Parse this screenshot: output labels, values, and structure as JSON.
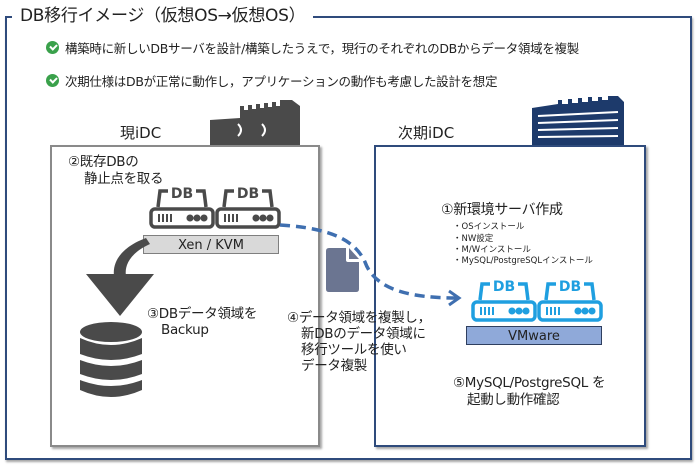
{
  "title": "DB移行イメージ（仮想OS→仮想OS）",
  "bullets": [
    {
      "icon": "check-circle-icon",
      "text": "構築時に新しいDBサーバを設計/構築したうえで，現行のそれぞれのDBからデータ領域を複製"
    },
    {
      "icon": "check-circle-icon",
      "text": "次期仕様はDBが正常に動作し，アプリケーションの動作も考慮した設計を想定"
    }
  ],
  "current_dc": {
    "label": "現iDC",
    "step2": [
      "②既存DBの",
      "静止点を取る"
    ],
    "db_label": "DB",
    "hypervisor": "Xen / KVM",
    "step3": [
      "③DBデータ領域を",
      "Backup"
    ]
  },
  "transfer": {
    "step4": [
      "④データ領域を複製し，",
      "新DBのデータ領域に",
      "移行ツールを使い",
      "データ複製"
    ]
  },
  "next_dc": {
    "label": "次期iDC",
    "step1": "①新環境サーバ作成",
    "step1_items": [
      "・OSインストール",
      "・NW設定",
      "・M/Wインストール",
      "・MySQL/PostgreSQLインストール"
    ],
    "db_label": "DB",
    "hypervisor": "VMware",
    "step5": [
      "⑤MySQL/PostgreSQL を",
      "起動し動作確認"
    ]
  },
  "colors": {
    "frame": "#2f4b7c",
    "check": "#3aa14b",
    "current_icon": "#4a4a4a",
    "next_icon": "#1f9fe0",
    "next_building": "#1d3a6b",
    "arrow": "#3f6fb0",
    "doc": "#6b7591",
    "vmware_bg": "#8fa9d9",
    "xen_bg": "#d9d9d9"
  }
}
